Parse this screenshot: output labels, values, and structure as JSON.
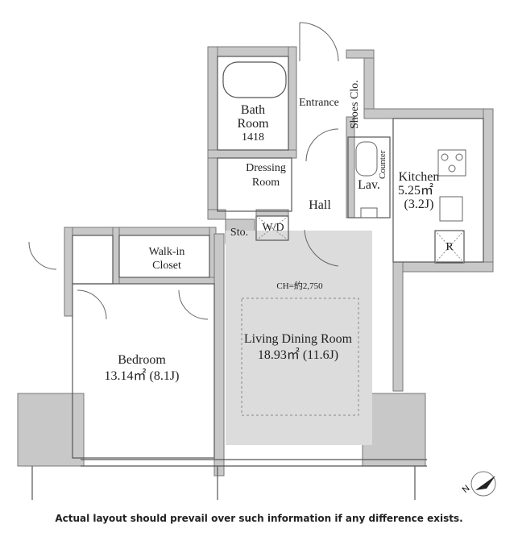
{
  "rooms": {
    "bath": [
      "Bath",
      "Room",
      "1418"
    ],
    "entrance": "Entrance",
    "shoes": "Shoes Clo.",
    "counter": "Counter",
    "kitchen": [
      "Kitchen",
      "5.25㎡",
      "(3.2J)"
    ],
    "refrigerator": "R",
    "dressing": [
      "Dressing",
      "Room"
    ],
    "lav": "Lav.",
    "hall": "Hall",
    "storage": "Sto.",
    "wd": "W/D",
    "walkin": [
      "Walk-in",
      "Closet"
    ],
    "bedroom": [
      "Bedroom",
      "13.14㎡ (8.1J)"
    ],
    "living": [
      "Living Dining Room",
      "18.93㎡ (11.6J)"
    ],
    "ceiling_height": "CH=約2,750"
  },
  "footer_note": "Actual layout should prevail over such information if any difference exists.",
  "compass_label": "N",
  "colors": {
    "wall": "#c8c8c8",
    "floor_highlight": "#dcdcdc",
    "line": "#555555",
    "text": "#222222"
  }
}
